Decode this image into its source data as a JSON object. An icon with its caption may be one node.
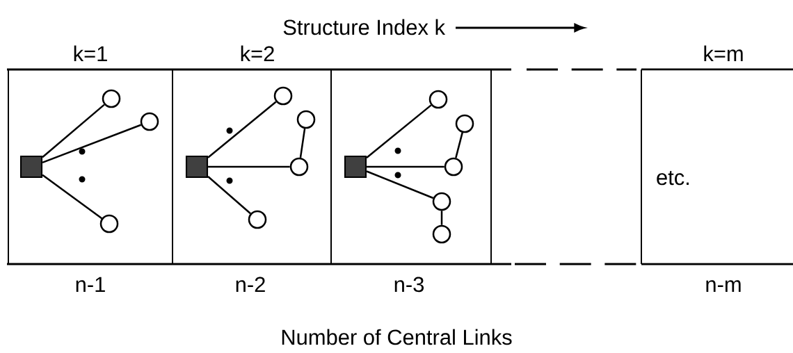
{
  "diagram": {
    "nodes": [
      {
        "text": [
          "k=1"
        ],
        "beside": [
          "n-1"
        ]
      },
      {
        "text": [],
        "shape": "box",
        "in": 0
      },
      {
        "text": [],
        "shape": "circle",
        "in": 0
      },
      {
        "text": [],
        "shape": "circle",
        "in": 0
      },
      {
        "text": [],
        "shape": "circle",
        "in": 0
      },
      {
        "text": [
          "k=2"
        ],
        "beside": [
          "n-2"
        ]
      },
      {
        "text": [],
        "shape": "box",
        "in": 5
      },
      {
        "text": [],
        "shape": "circle",
        "in": 5
      },
      {
        "text": [],
        "shape": "circle",
        "in": 5
      },
      {
        "text": [],
        "shape": "circle",
        "in": 5
      },
      {
        "text": [],
        "shape": "circle",
        "in": 5
      },
      {
        "text": [],
        "shape": "box",
        "beside": [
          "n-3"
        ]
      },
      {
        "text": [],
        "shape": "box",
        "in": 11
      },
      {
        "text": [],
        "shape": "circle",
        "in": 11
      },
      {
        "text": [],
        "shape": "circle",
        "in": 11
      },
      {
        "text": [],
        "shape": "circle",
        "in": 11
      },
      {
        "text": [],
        "shape": "circle",
        "in": 11
      },
      {
        "text": [],
        "shape": "circle",
        "in": 11
      },
      {
        "text": [
          "k=m",
          "etc."
        ],
        "beside": [
          "n-m"
        ]
      }
    ],
    "edges": [
      {
        "from": 1,
        "to": 2,
        "arrow": "none"
      },
      {
        "from": 1,
        "to": 3,
        "arrow": "none"
      },
      {
        "from": 1,
        "to": 4,
        "arrow": "none"
      },
      {
        "from": 6,
        "to": 7,
        "arrow": "none"
      },
      {
        "from": 6,
        "to": 9,
        "arrow": "none"
      },
      {
        "from": 6,
        "to": 10,
        "arrow": "none"
      },
      {
        "from": 9,
        "to": 8,
        "arrow": "none"
      },
      {
        "from": 12,
        "to": 13,
        "arrow": "none"
      },
      {
        "from": 12,
        "to": 15,
        "arrow": "none"
      },
      {
        "from": 12,
        "to": 16,
        "arrow": "none"
      },
      {
        "from": 15,
        "to": 14,
        "arrow": "none"
      },
      {
        "from": 16,
        "to": 17,
        "arrow": "none"
      }
    ],
    "labels": [
      "Structure Index k",
      "Number of Central Links"
    ]
  }
}
